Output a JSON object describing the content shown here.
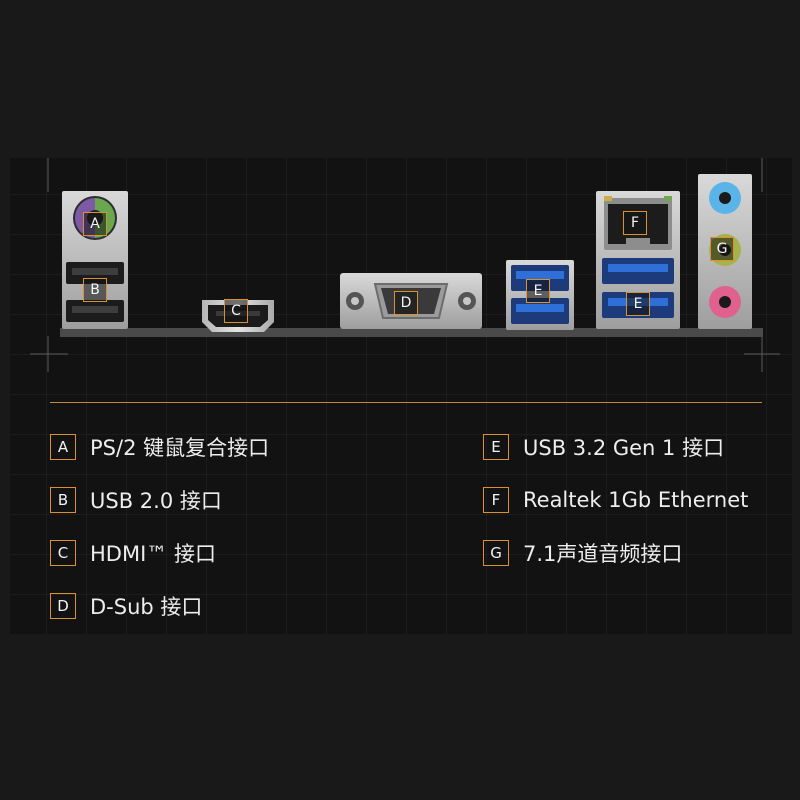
{
  "port_markers": [
    "A",
    "B",
    "C",
    "D",
    "E",
    "E",
    "F",
    "G"
  ],
  "legend": [
    {
      "letter": "A",
      "text": "PS/2 键鼠复合接口"
    },
    {
      "letter": "B",
      "text": "USB 2.0 接口"
    },
    {
      "letter": "C",
      "text": "HDMI™ 接口"
    },
    {
      "letter": "D",
      "text": "D-Sub 接口"
    },
    {
      "letter": "E",
      "text": "USB 3.2 Gen 1 接口"
    },
    {
      "letter": "F",
      "text": "Realtek 1Gb Ethernet"
    },
    {
      "letter": "G",
      "text": "7.1声道音频接口"
    }
  ],
  "colors": {
    "accent": "#d9922e",
    "usb3_blue": "#2f6fd8",
    "audio_blue": "#5ab4e8",
    "audio_green": "#a8b24a",
    "audio_pink": "#e0608e",
    "ps2_purple": "#7d5aa6",
    "ps2_green": "#6aa84f"
  }
}
